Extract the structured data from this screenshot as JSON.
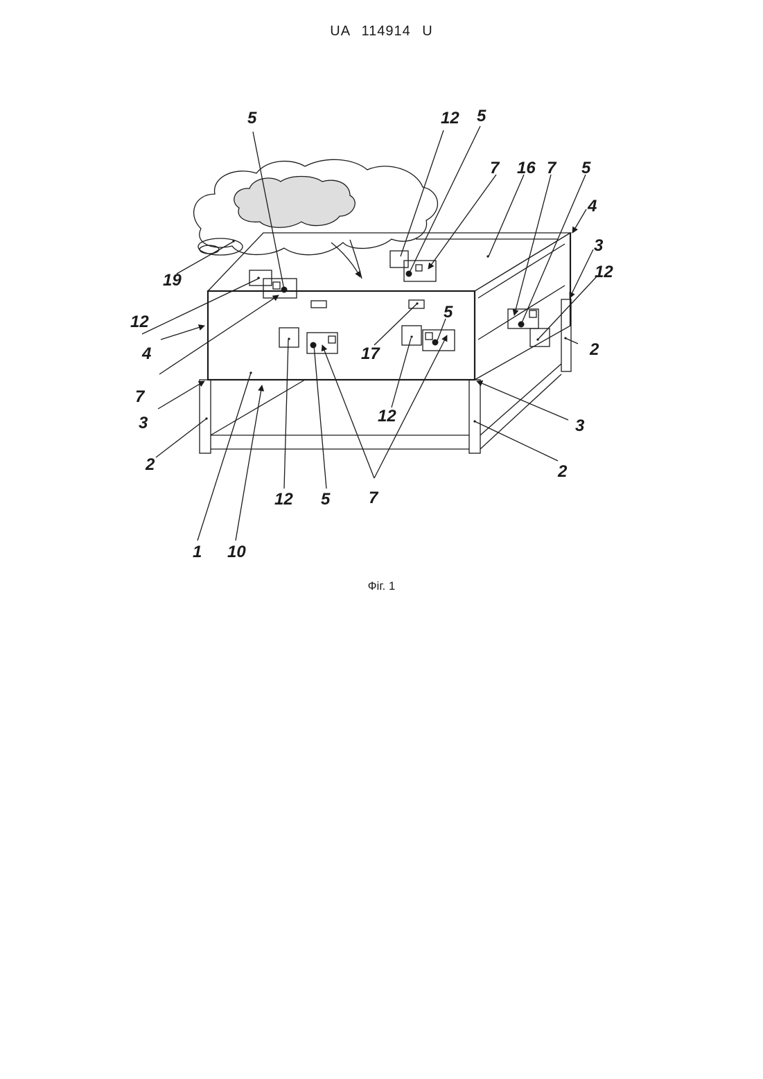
{
  "header": {
    "doc_id": "UA   114914   U"
  },
  "figure": {
    "caption": "Фіг. 1",
    "labels": {
      "l5a": "5",
      "l12a": "12",
      "l5b": "5",
      "l7a": "7",
      "l16": "16",
      "l7b": "7",
      "l5c": "5",
      "l4a": "4",
      "l3a": "3",
      "l12b": "12",
      "l19": "19",
      "l12c": "12",
      "l4b": "4",
      "l5d": "5",
      "l17": "17",
      "l2a": "2",
      "l7c": "7",
      "l3b": "3",
      "l12d": "12",
      "l3c": "3",
      "l2b": "2",
      "l2c": "2",
      "l12e": "12",
      "l5e": "5",
      "l7d": "7",
      "l1": "1",
      "l10": "10"
    }
  },
  "colors": {
    "ink": "#1a1a1a",
    "cloud_fill": "#c8c8c8"
  }
}
